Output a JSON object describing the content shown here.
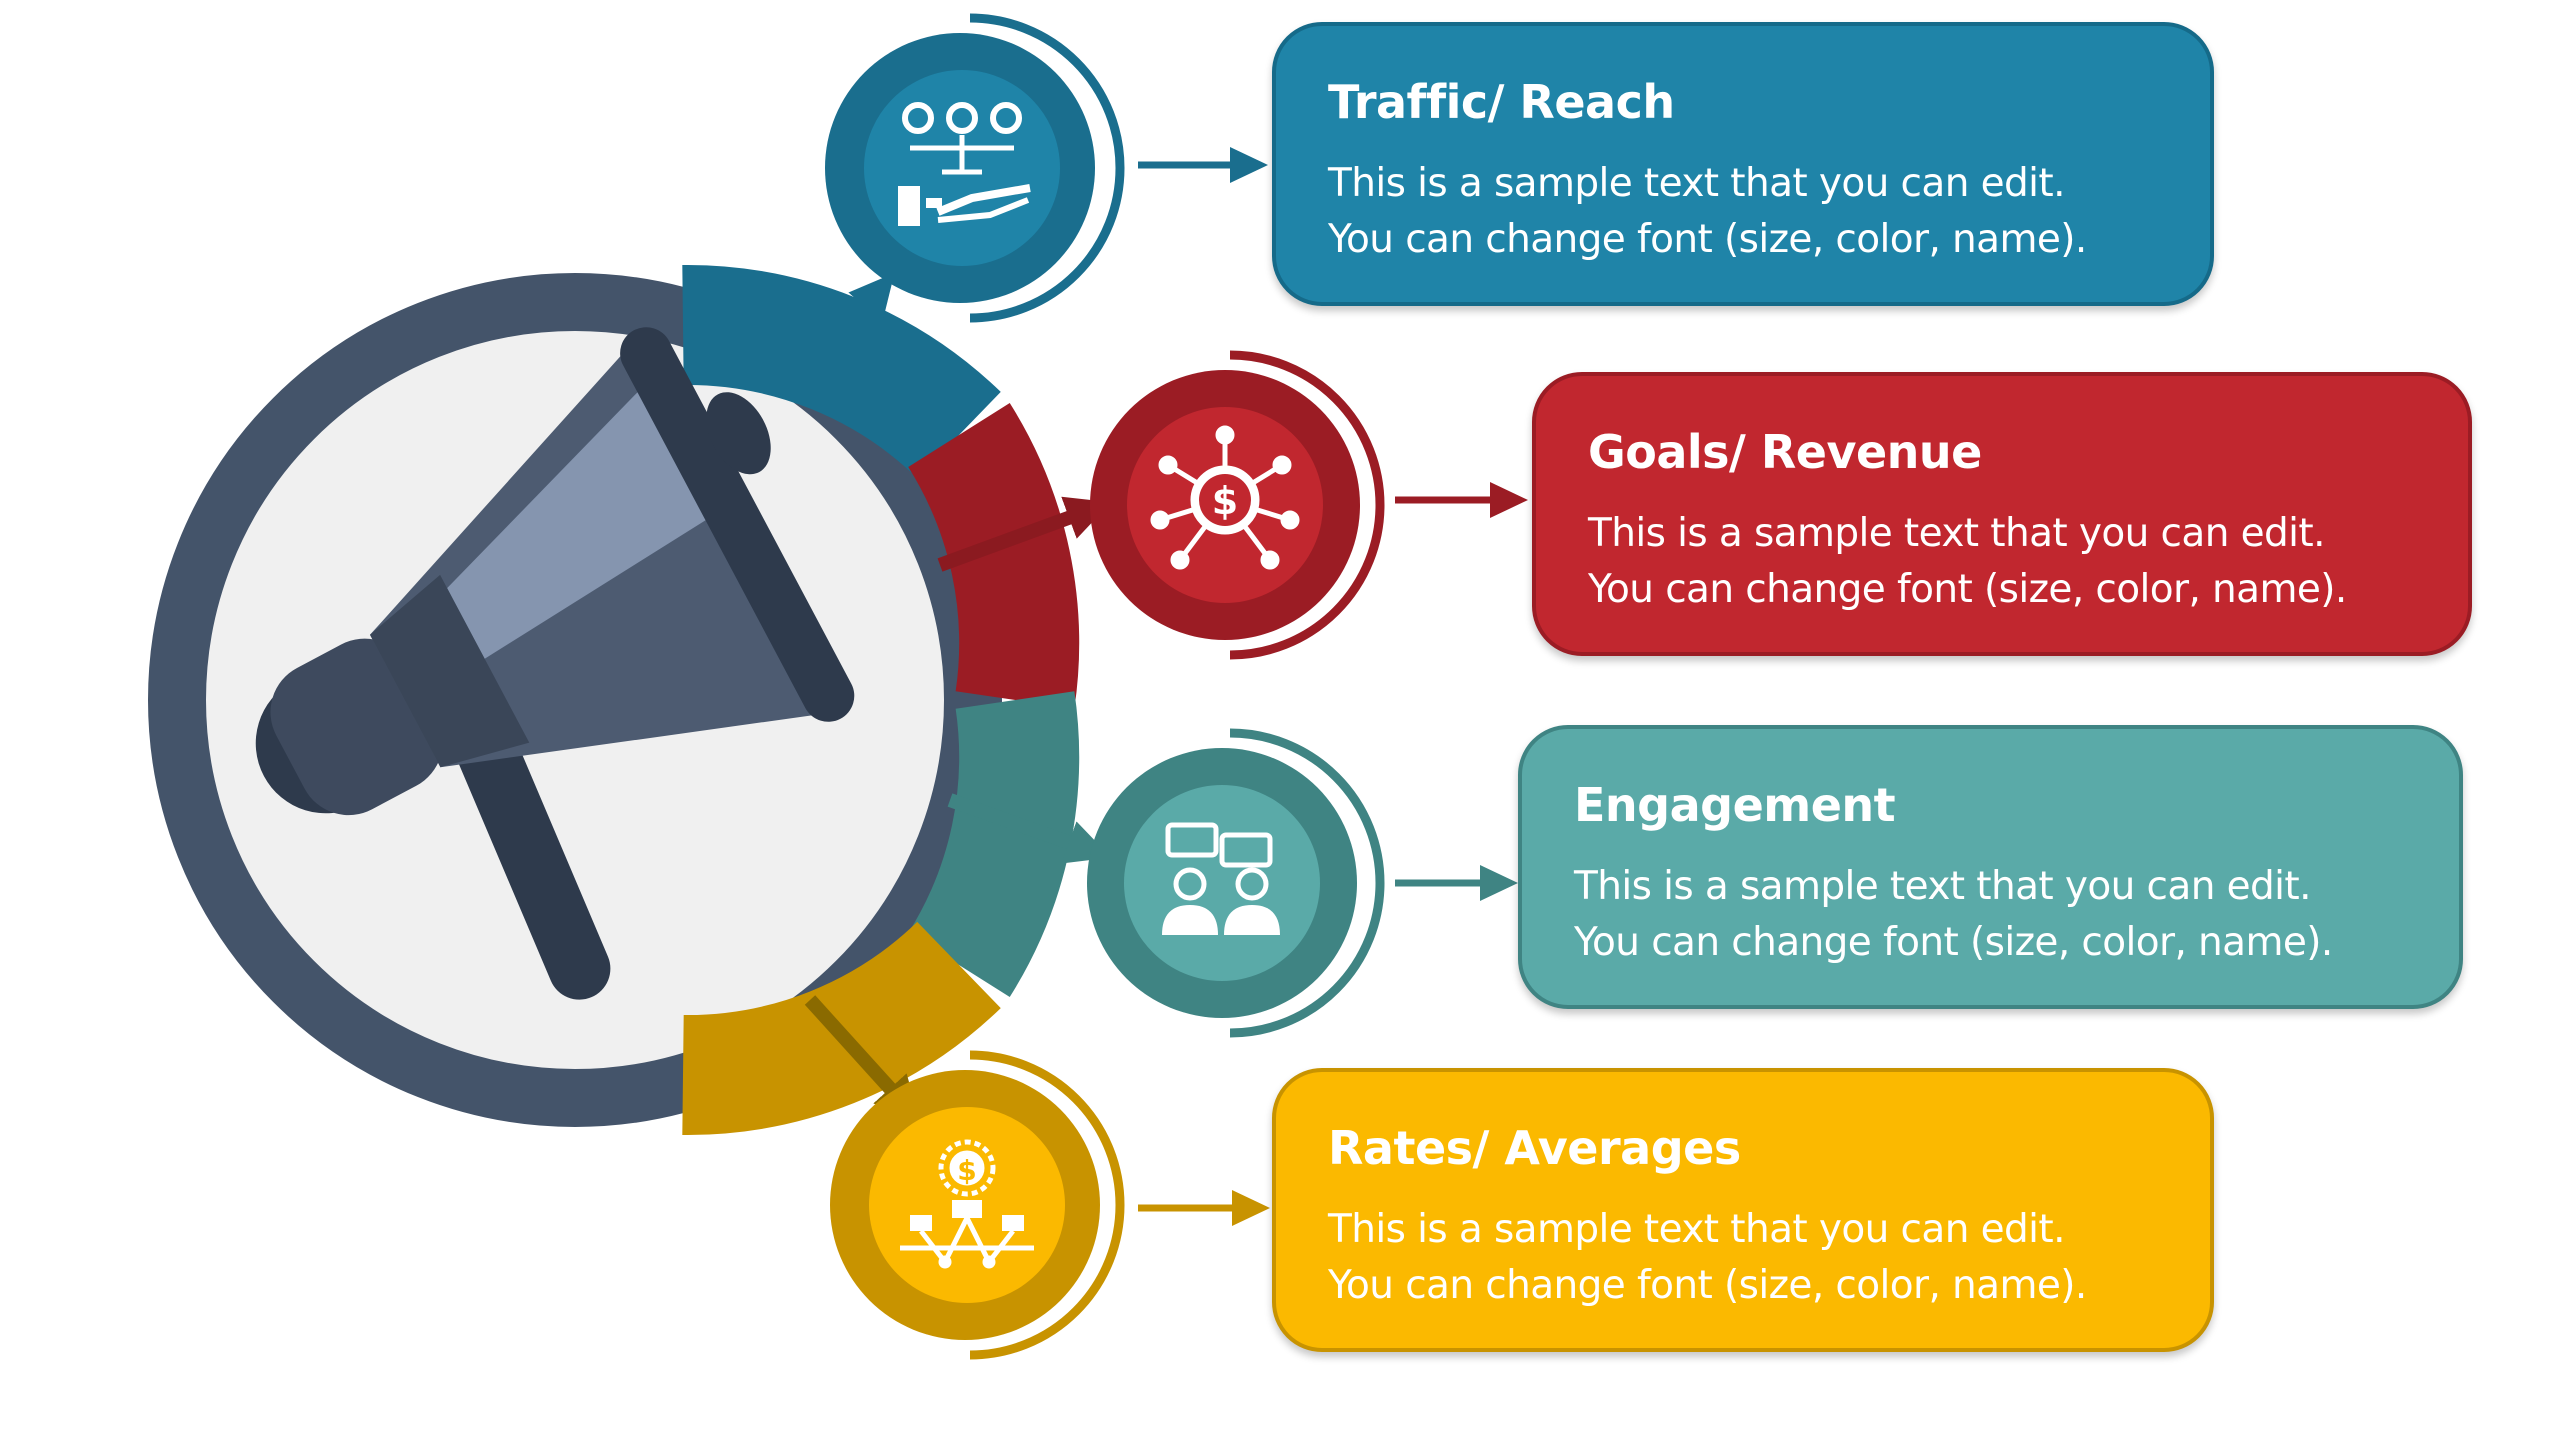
{
  "items": [
    {
      "title": "Traffic/ Reach",
      "line1": "This is a sample text that you can edit.",
      "line2": "You can change font (size, color, name).",
      "color": "#1F84A8",
      "dark": "#156A89",
      "icon": "people-balance-hand-icon"
    },
    {
      "title": "Goals/ Revenue",
      "line1": "This is a sample text that you can edit.",
      "line2": "You can change font (size, color, name).",
      "color": "#C1272F",
      "dark": "#9B1C24",
      "icon": "dollar-network-icon"
    },
    {
      "title": "Engagement",
      "line1": "This is a sample text that you can edit.",
      "line2": "You can change font (size, color, name).",
      "color": "#5AAAA8",
      "dark": "#3F8483",
      "icon": "chat-people-icon"
    },
    {
      "title": "Rates/ Averages",
      "line1": "This is a sample text that you can edit.",
      "line2": "You can change font (size, color, name).",
      "color": "#FBB900",
      "dark": "#C89300",
      "icon": "dollar-hierarchy-icon"
    }
  ],
  "center_icon": "megaphone-icon",
  "ring_color": "#44546A"
}
